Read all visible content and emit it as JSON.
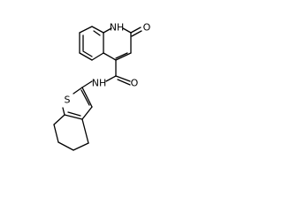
{
  "molecule": {
    "atoms": {
      "nh_ring": "NH",
      "o_ring": "O",
      "o_amide": "O",
      "nh_amide": "NH",
      "s_ring": "S"
    }
  }
}
